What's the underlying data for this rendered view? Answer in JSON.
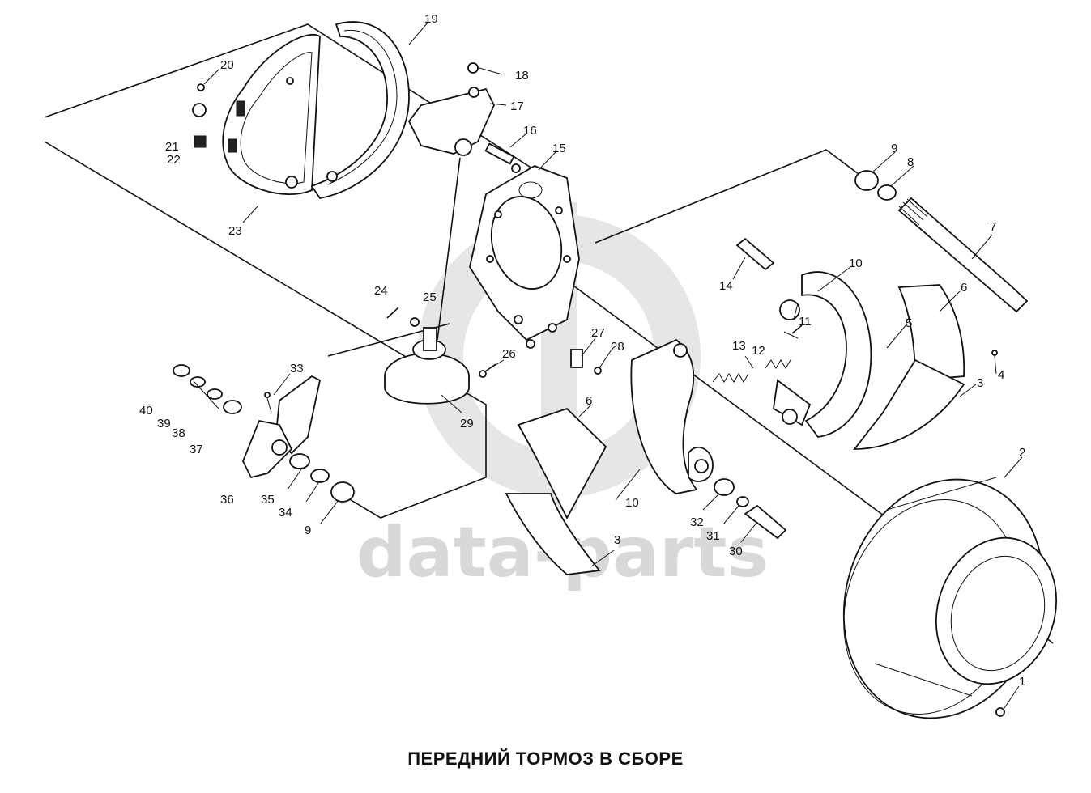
{
  "watermark": {
    "text": "data-parts"
  },
  "caption": "ПЕРЕДНИЙ ТОРМОЗ В СБОРЕ",
  "labels": [
    "1",
    "2",
    "3",
    "3",
    "3",
    "4",
    "5",
    "6",
    "6",
    "6",
    "7",
    "8",
    "9",
    "9",
    "10",
    "10",
    "11",
    "12",
    "13",
    "14",
    "15",
    "16",
    "17",
    "18",
    "19",
    "20",
    "21",
    "22",
    "23",
    "24",
    "25",
    "26",
    "27",
    "28",
    "29",
    "30",
    "31",
    "32",
    "33",
    "34",
    "35",
    "36",
    "37",
    "38",
    "39",
    "40"
  ],
  "colors": {
    "line": "#111111",
    "watermark": "#d8d8d8",
    "background": "#ffffff"
  }
}
